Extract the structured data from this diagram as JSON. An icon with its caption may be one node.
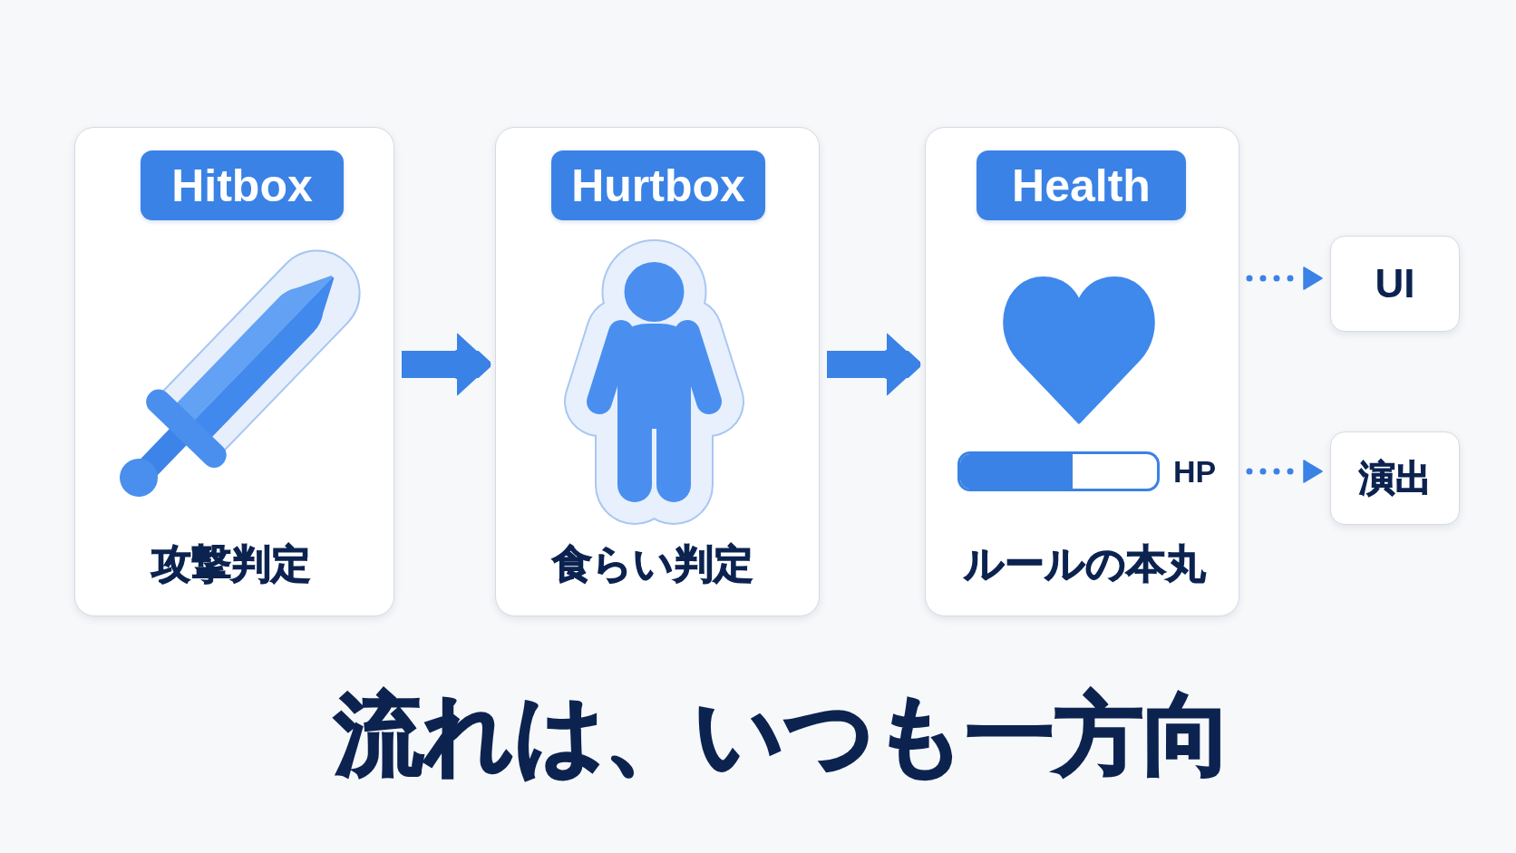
{
  "diagram": {
    "caption": "流れは、いつも一方向",
    "nodes": [
      {
        "text": [
          "攻撃判定"
        ]
      },
      {
        "text": [
          "Hitbox"
        ],
        "in": 0
      },
      {
        "text": [
          "食らい判定"
        ]
      },
      {
        "text": [
          "Hurtbox"
        ],
        "in": 2
      },
      {
        "text": [
          "HP",
          "ルールの本丸"
        ]
      },
      {
        "text": [
          "Health"
        ],
        "in": 4
      },
      {
        "text": [
          "UI"
        ]
      },
      {
        "text": [
          "演出"
        ]
      }
    ],
    "edges": [
      {
        "from": 0,
        "to": 2,
        "arrow": "to",
        "style": "thick"
      },
      {
        "from": 2,
        "to": 4,
        "arrow": "to",
        "style": "thick"
      },
      {
        "from": 4,
        "to": 6,
        "arrow": "to",
        "style": "dashed"
      },
      {
        "from": 4,
        "to": 7,
        "arrow": "to",
        "style": "dashed"
      }
    ]
  }
}
